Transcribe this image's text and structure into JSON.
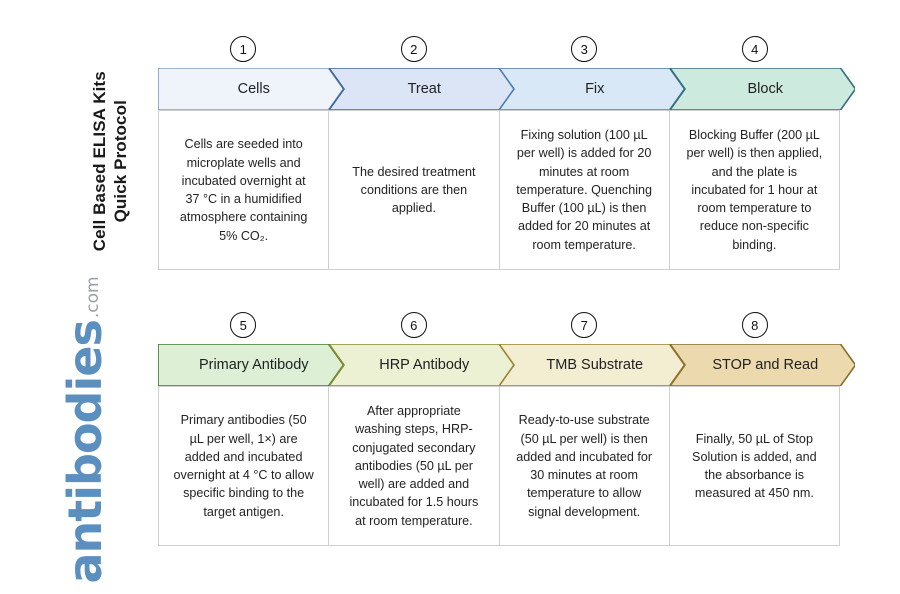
{
  "page": {
    "title_line1": "Cell Based ELISA Kits",
    "title_line2": "Quick Protocol",
    "logo_main": "antibodies",
    "logo_tld": ".com",
    "logo_color": "#5b8fbf",
    "logo_tld_color": "#9aa0a6",
    "background": "#ffffff"
  },
  "flow": {
    "rows": [
      {
        "steps": [
          {
            "number": "1",
            "label": "Cells",
            "fill": "#eff4fb",
            "stroke": "#7a9cc6",
            "body": "Cells are seeded into microplate wells and incubated overnight at 37 °C in a humidified atmosphere containing 5% CO₂."
          },
          {
            "number": "2",
            "label": "Treat",
            "fill": "#dbe5f6",
            "stroke": "#41689e",
            "body": "The desired treatment conditions are then applied."
          },
          {
            "number": "3",
            "label": "Fix",
            "fill": "#d8e8f7",
            "stroke": "#4a7fae",
            "body": "Fixing solution (100 µL per well) is added for 20 minutes at room temperature. Quenching Buffer (100 µL) is then added for 20 minutes at room temperature."
          },
          {
            "number": "4",
            "label": "Block",
            "fill": "#cdeade",
            "stroke": "#35707d",
            "body": "Blocking Buffer (200 µL per well) is then applied, and the plate is incubated for 1 hour at room temperature to reduce non-specific binding."
          }
        ]
      },
      {
        "steps": [
          {
            "number": "5",
            "label": "Primary Antibody",
            "fill": "#ddf0d5",
            "stroke": "#3d7a33",
            "body": "Primary antibodies (50 µL per well, 1×) are added and incubated overnight at 4 °C to allow specific binding to the target antigen."
          },
          {
            "number": "6",
            "label": "HRP Antibody",
            "fill": "#edf1d4",
            "stroke": "#8a8a2e",
            "body": "After appropriate washing steps, HRP-conjugated secondary antibodies (50 µL per well) are added and incubated for 1.5 hours at room temperature."
          },
          {
            "number": "7",
            "label": "TMB Substrate",
            "fill": "#f3edd2",
            "stroke": "#9a8230",
            "body": "Ready-to-use substrate (50 µL per well) is then added and incubated for 30 minutes at room temperature to allow signal development."
          },
          {
            "number": "8",
            "label": "STOP and Read",
            "fill": "#ecd9ad",
            "stroke": "#8a6f2c",
            "body": "Finally, 50 µL of Stop Solution is added, and the absorbance is measured at 450 nm."
          }
        ]
      }
    ]
  }
}
